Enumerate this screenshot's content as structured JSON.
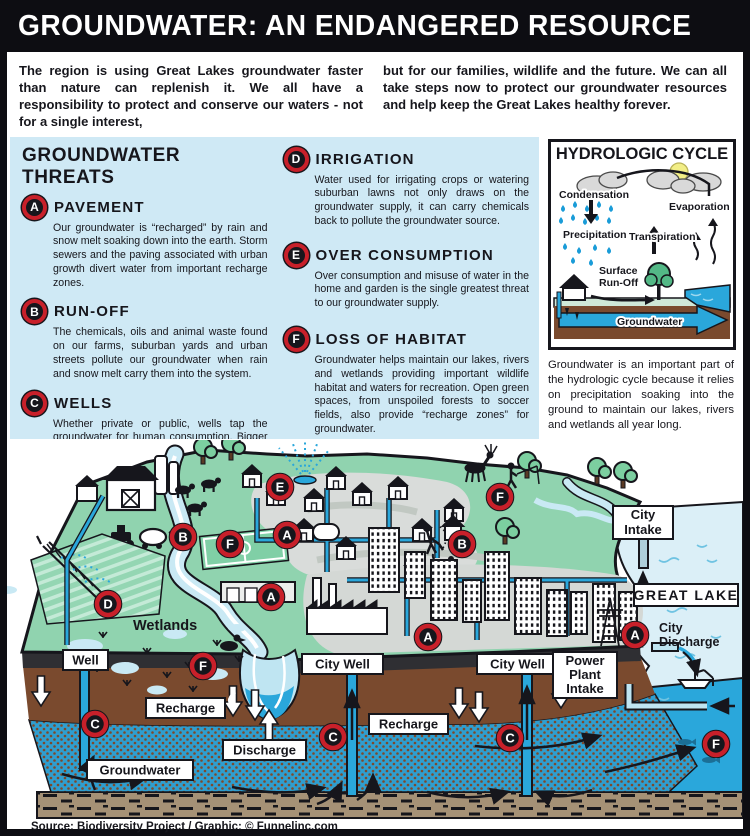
{
  "title": "GROUNDWATER: AN ENDANGERED RESOURCE",
  "intro": {
    "col1": "The region is using Great Lakes groundwater faster than nature can replenish it. We all have a responsibility to protect and conserve our waters - not for a single interest,",
    "col2": "but for our families, wildlife and the future. We can all take steps now to protect our groundwater resources and help keep the Great Lakes healthy forever."
  },
  "threats_section": {
    "heading": "GROUNDWATER THREATS",
    "threats": [
      {
        "letter": "A",
        "title": "PAVEMENT",
        "body": "Our groundwater is “recharged” by rain and snow melt soaking down into the earth. Storm sewers and the paving associated with urban growth divert water from important recharge zones."
      },
      {
        "letter": "B",
        "title": "RUN-OFF",
        "body": "The chemicals, oils and animal waste found on our farms, suburban yards and urban streets pollute our groundwater when rain and snow melt carry them into the system."
      },
      {
        "letter": "C",
        "title": "WELLS",
        "body": "Whether private or public, wells tap the groundwater for human consumption. Bigger wells for cities and bottling plants draw more groundwater and can actually reverse the flow, pulling water from a broad area."
      },
      {
        "letter": "D",
        "title": "IRRIGATION",
        "body": "Water used for irrigating crops or watering suburban lawns not only draws on the groundwater supply, it can carry chemicals back to pollute the groundwater source."
      },
      {
        "letter": "E",
        "title": "OVER CONSUMPTION",
        "body": "Over consumption and misuse of water in the home and garden is the single greatest threat to our groundwater supply."
      },
      {
        "letter": "F",
        "title": "LOSS OF HABITAT",
        "body": "Groundwater helps maintain our lakes, rivers and wetlands providing important wildlife habitat and waters for recreation. Open green spaces, from unspoiled forests to soccer fields, also provide “recharge zones” for groundwater."
      }
    ]
  },
  "hydrologic_cycle": {
    "title": "HYDROLOGIC CYCLE",
    "labels": {
      "condensation": "Condensation",
      "evaporation": "Evaporation",
      "precipitation": "Precipitation",
      "transpiration": "Transpiration",
      "surface_runoff_line1": "Surface",
      "surface_runoff_line2": "Run-Off",
      "groundwater": "Groundwater"
    },
    "caption": "Groundwater is an important part of the hydrologic cycle because it relies on precipitation soaking into the ground to maintain our lakes, rivers and wetlands all year long."
  },
  "illustration": {
    "labels": {
      "wetlands": "Wetlands",
      "well": "Well",
      "recharge": "Recharge",
      "discharge": "Discharge",
      "groundwater": "Groundwater",
      "city_well": "City Well",
      "power_plant_intake": [
        "Power",
        "Plant",
        "Intake"
      ],
      "city_intake": [
        "City",
        "Intake"
      ],
      "great_lake": "GREAT LAKE",
      "city_discharge": [
        "City",
        "Discharge"
      ]
    }
  },
  "footer": {
    "source": "Source: Biodiversity Project / Graphic: © Funnelinc.com"
  },
  "colors": {
    "accent_red": "#c8202a",
    "panel_blue": "#cfe9f5",
    "land_green": "#90d3af",
    "water_blue": "#2aa7db",
    "shallow_lake": "#dbeff7",
    "river_blue": "#c9e9f4",
    "subsoil_brown": "#7a4a2e",
    "topsoil_dark": "#2f2f33",
    "bedrock_tan": "#a59176",
    "frame_black": "#0d0d12"
  }
}
